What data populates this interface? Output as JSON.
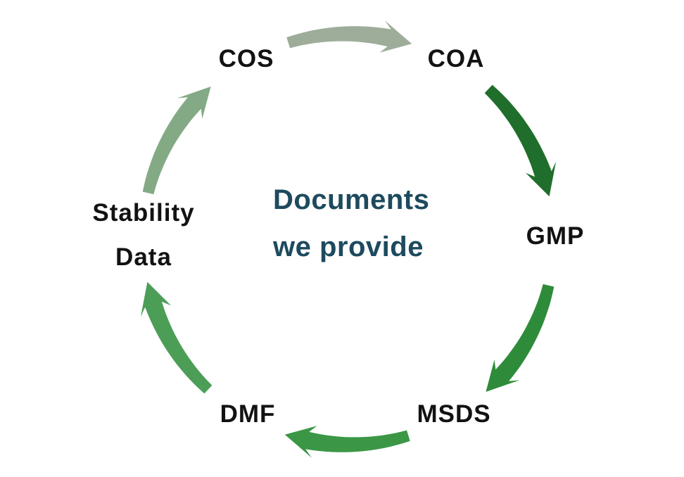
{
  "diagram": {
    "title": {
      "line1": "Documents",
      "line2": "we provide",
      "color": "#1d4a5e"
    },
    "nodes": [
      {
        "id": "cos",
        "label": "COS"
      },
      {
        "id": "coa",
        "label": "COA"
      },
      {
        "id": "gmp",
        "label": "GMP"
      },
      {
        "id": "msds",
        "label": "MSDS"
      },
      {
        "id": "dmf",
        "label": "DMF"
      },
      {
        "id": "stability-data",
        "label": "Stability Data",
        "line1": "Stability",
        "line2": "Data"
      }
    ],
    "arrows": [
      {
        "name": "arrow-cos-to-coa",
        "from": "COS",
        "to": "COA",
        "color": "#9eac9a"
      },
      {
        "name": "arrow-coa-to-gmp",
        "from": "COA",
        "to": "GMP",
        "color": "#206e2c"
      },
      {
        "name": "arrow-gmp-to-msds",
        "from": "GMP",
        "to": "MSDS",
        "color": "#2e8b3a"
      },
      {
        "name": "arrow-msds-to-dmf",
        "from": "MSDS",
        "to": "DMF",
        "color": "#3b9746"
      },
      {
        "name": "arrow-dmf-to-stability",
        "from": "DMF",
        "to": "Stability Data",
        "color": "#4c9e57"
      },
      {
        "name": "arrow-stability-to-cos",
        "from": "Stability Data",
        "to": "COS",
        "color": "#83aa84"
      }
    ],
    "colors": {
      "background": "#ffffff",
      "node_label": "#121212"
    }
  }
}
